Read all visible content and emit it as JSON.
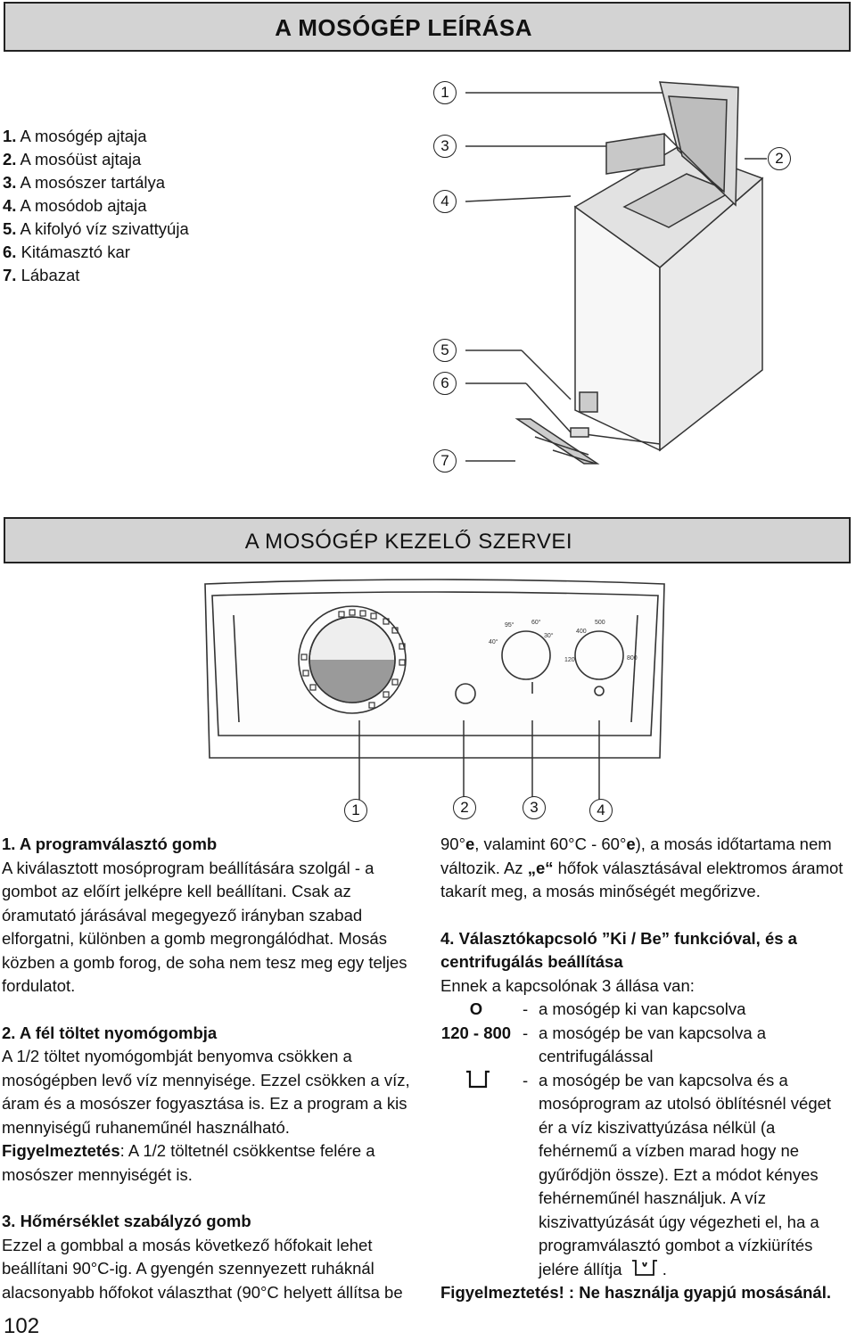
{
  "header": {
    "title": "A MOSÓGÉP LEÍRÁSA"
  },
  "parts": [
    {
      "num": "1.",
      "text": " A mosógép ajtaja"
    },
    {
      "num": "2.",
      "text": " A mosóüst ajtaja"
    },
    {
      "num": "3.",
      "text": " A mosószer tartálya"
    },
    {
      "num": "4.",
      "text": " A mosódob ajtaja"
    },
    {
      "num": "5.",
      "text": " A kifolyó víz szivattyúja"
    },
    {
      "num": "6.",
      "text": " Kitámasztó kar"
    },
    {
      "num": "7.",
      "text": " Lábazat"
    }
  ],
  "machine_callouts": [
    "1",
    "3",
    "4",
    "2",
    "5",
    "6",
    "7"
  ],
  "section": {
    "title": "A MOSÓGÉP KEZELŐ SZERVEI"
  },
  "panel_labels": {
    "temp": [
      "95°",
      "60°",
      "40°",
      "30°"
    ],
    "spin": [
      "400",
      "500",
      "120",
      "800"
    ]
  },
  "panel_callouts": [
    "1",
    "2",
    "3",
    "4"
  ],
  "left_col": {
    "s1_head": "1. A programválasztó gomb",
    "s1_body": "A kiválasztott mosóprogram beállítására szolgál - a gombot az előírt jelképre kell beállítani. Csak az óramutató járásával megegyező irányban szabad elforgatni, különben a gomb megrongálódhat. Mosás közben a gomb forog, de soha nem tesz meg egy teljes fordulatot.",
    "s2_head": "2. A fél töltet nyomógombja",
    "s2_body": "A 1/2 töltet nyomógombját benyomva csökken a mosógépben levő víz mennyisége. Ezzel csökken a víz, áram és a mosószer fogyasztása is. Ez a program a kis mennyiségű ruhaneműnél használható.",
    "s2_warn_label": "Figyelmeztetés",
    "s2_warn_text": ": A 1/2 töltetnél csökkentse felére a mosószer mennyiségét is.",
    "s3_head": "3. Hőmérséklet szabályzó gomb",
    "s3_body": "Ezzel a gombbal a mosás következő hőfokait lehet beállítani 90°C-ig. A gyengén szennyezett ruháknál alacsonyabb hőfokot választhat  (90°C helyett állítsa be"
  },
  "right_col": {
    "p1_a": "90°",
    "p1_b": "e",
    "p1_c": ", valamint 60°C - 60°",
    "p1_d": "e",
    "p1_e": "), a mosás időtartama nem változik. Az ",
    "p1_f": "„e“",
    "p1_g": " hőfok választásával elektromos áramot takarít meg, a mosás minőségét megőrizve.",
    "s4_head": "4. Választókapcsoló ”Ki / Be”  funkcióval, és a centrifugálás beállítása",
    "s4_intro": "Ennek a kapcsolónak 3 állása van:",
    "options": [
      {
        "key": "O",
        "dash": "-",
        "lines": [
          "a mosógép ki van kapcsolva"
        ]
      },
      {
        "key": "120 - 800",
        "dash": "-",
        "lines": [
          "a mosógép be van kapcsolva a",
          "centrifugálással"
        ]
      },
      {
        "key": "",
        "dash": "-",
        "lines": [
          "a mosógép be van kapcsolva és a",
          "mosóprogram az utolsó öblítésnél véget",
          "ér a víz kiszivattyúzása nélkül (a",
          "fehérnemű a vízben marad hogy ne",
          "gyűrődjön össze). Ezt a módot kényes",
          "fehérneműnél használjuk. A víz",
          "kiszivattyúzását úgy végezheti el, ha a",
          "programválasztó gombot a  vízkiürítés",
          "jelére állítja"
        ]
      }
    ],
    "tail": ".",
    "warning": "Figyelmeztetés! : Ne használja  gyapjú mosásánál."
  },
  "page_number": "102"
}
